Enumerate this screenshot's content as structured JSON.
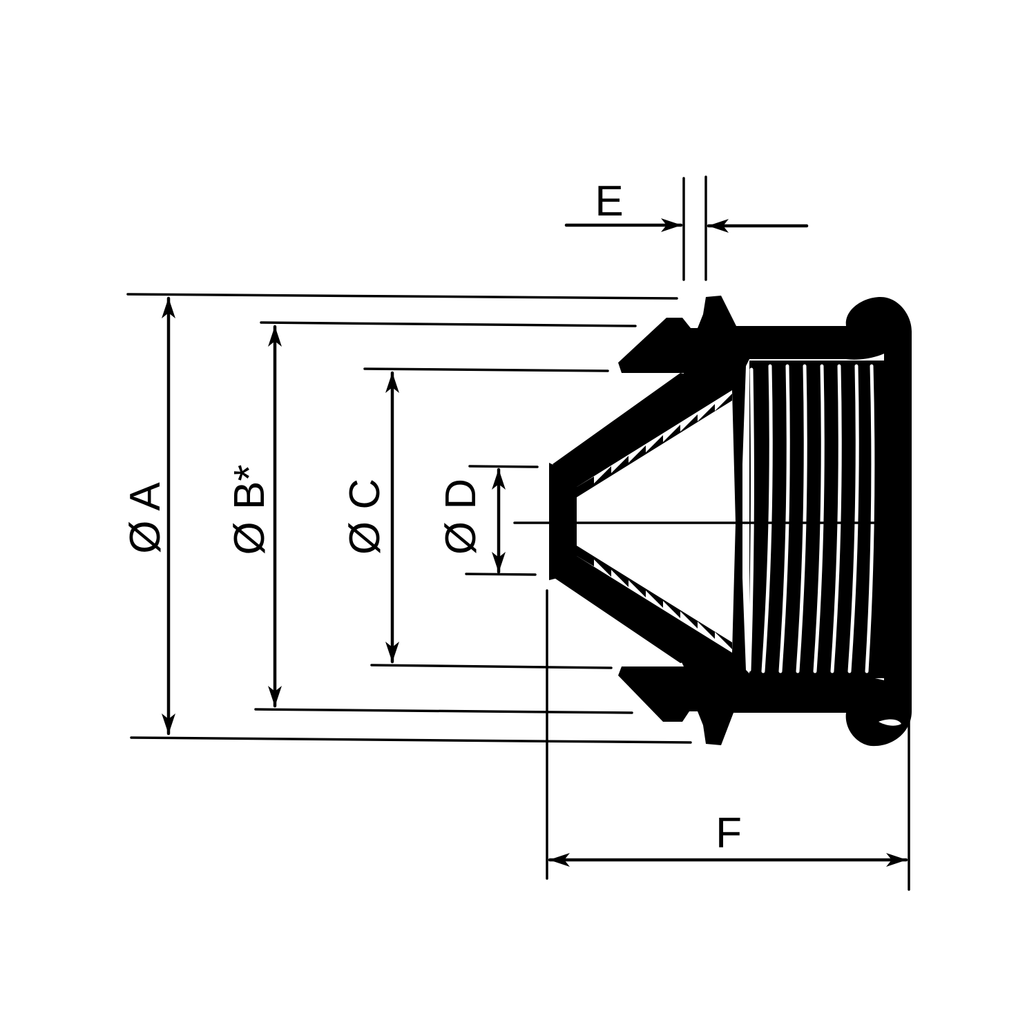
{
  "dimensions": {
    "a": "Ø A",
    "b": "Ø B*",
    "c": "Ø C",
    "d": "Ø D",
    "e": "E",
    "f": "F"
  },
  "colors": {
    "line": "#000000",
    "background": "#ffffff"
  }
}
